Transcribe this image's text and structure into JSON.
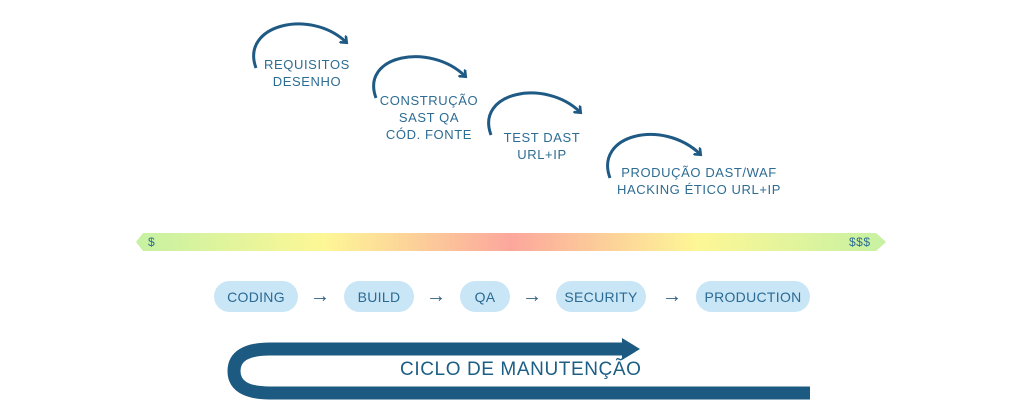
{
  "stages": [
    {
      "lines": [
        "REQUISITOS",
        "DESENHO"
      ]
    },
    {
      "lines": [
        "CONSTRUÇÃO",
        "SAST QA",
        "CÓD. FONTE"
      ]
    },
    {
      "lines": [
        "TEST DAST",
        "URL+IP"
      ]
    },
    {
      "lines": [
        "PRODUÇÃO DAST/WAF",
        "HACKING ÉTICO URL+IP"
      ]
    }
  ],
  "cost_bar": {
    "low_label": "$",
    "high_label": "$$$"
  },
  "pipeline": {
    "steps": [
      "CODING",
      "BUILD",
      "QA",
      "SECURITY",
      "PRODUCTION"
    ],
    "connector": "→"
  },
  "cycle": {
    "label": "CICLO DE MANUTENÇÃO"
  },
  "colors": {
    "arrow": "#1f5a85",
    "text": "#2d6c93",
    "pill_bg": "#c9e6f7",
    "cycle_band": "#1d5a82",
    "gradient_green": "#c6f1a2",
    "gradient_yellow": "#fdf796",
    "gradient_red": "#fca79c"
  }
}
